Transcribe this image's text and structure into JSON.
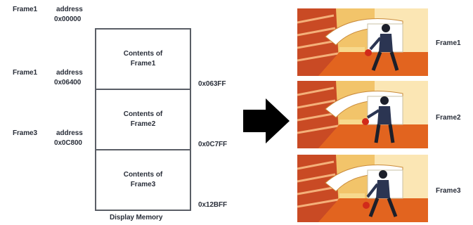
{
  "left_frames": [
    {
      "label": "Frame1",
      "address_word": "address",
      "address": "0x00000"
    },
    {
      "label": "Frame1",
      "address_word": "address",
      "address": "0x06400"
    },
    {
      "label": "Frame3",
      "address_word": "address",
      "address": "0x0C800"
    }
  ],
  "memory_blocks": [
    {
      "line1": "Contents of",
      "line2": "Frame1"
    },
    {
      "line1": "Contents of",
      "line2": "Frame2"
    },
    {
      "line1": "Contents of",
      "line2": "Frame3"
    }
  ],
  "end_addresses": [
    "0x063FF",
    "0x0C7FF",
    "0x12BFF"
  ],
  "memory_caption": "Display Memory",
  "right_frames": [
    "Frame1",
    "Frame2",
    "Frame3"
  ],
  "colors": {
    "arrow": "#000000",
    "stairs": "#c94a24",
    "wall": "#f2c46a",
    "floor": "#e2641f"
  }
}
